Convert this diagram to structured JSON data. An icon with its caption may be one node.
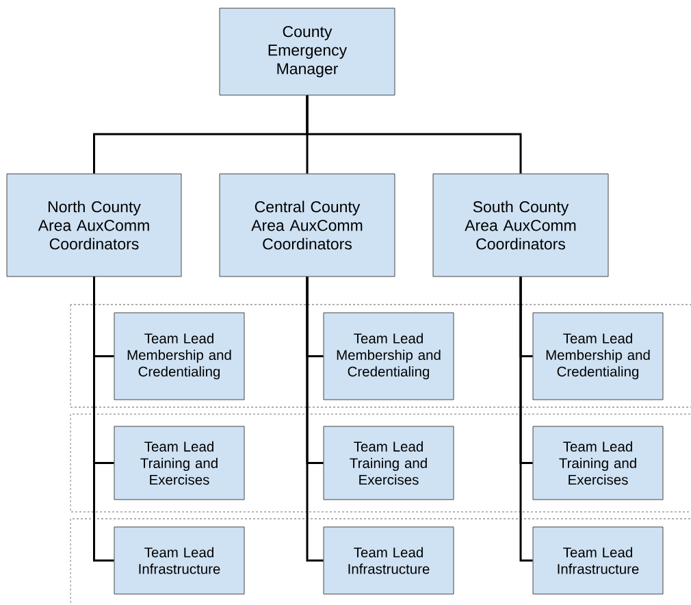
{
  "diagram": {
    "nodes": [
      {
        "text": [
          "County Emergency Manager"
        ]
      },
      {
        "text": [
          "North County Area AuxComm Coordinators"
        ]
      },
      {
        "text": [
          "Central County Area AuxComm Coordinators"
        ]
      },
      {
        "text": [
          "South County Area AuxComm Coordinators"
        ]
      },
      {
        "text": [],
        "shape": "box"
      },
      {
        "text": [
          "Team Lead Membership and Credentialing"
        ],
        "in": 4
      },
      {
        "text": [
          "Team Lead Membership and Credentialing"
        ],
        "in": 4
      },
      {
        "text": [
          "Team Lead Membership and Credentialing"
        ],
        "in": 4
      },
      {
        "text": [],
        "shape": "box"
      },
      {
        "text": [
          "Team Lead Training and Exercises"
        ],
        "in": 8
      },
      {
        "text": [
          "Team Lead Training and Exercises"
        ],
        "in": 8
      },
      {
        "text": [
          "Team Lead Training and Exercises"
        ],
        "in": 8
      },
      {
        "text": [],
        "shape": "box"
      },
      {
        "text": [
          "Team Lead Infrastructure"
        ],
        "in": 12
      },
      {
        "text": [
          "Team Lead Infrastructure"
        ],
        "in": 12
      },
      {
        "text": [
          "Team Lead Infrastructure"
        ],
        "in": 12
      }
    ],
    "edges": [
      {
        "from": 0,
        "to": 1,
        "arrow": "none"
      },
      {
        "from": 0,
        "to": 2,
        "arrow": "none"
      },
      {
        "from": 0,
        "to": 3,
        "arrow": "none"
      },
      {
        "from": 1,
        "to": 5,
        "arrow": "none"
      },
      {
        "from": 1,
        "to": 9,
        "arrow": "none"
      },
      {
        "from": 1,
        "to": 13,
        "arrow": "none"
      },
      {
        "from": 2,
        "to": 6,
        "arrow": "none"
      },
      {
        "from": 2,
        "to": 10,
        "arrow": "none"
      },
      {
        "from": 2,
        "to": 14,
        "arrow": "none"
      },
      {
        "from": 3,
        "to": 7,
        "arrow": "none"
      },
      {
        "from": 3,
        "to": 11,
        "arrow": "none"
      },
      {
        "from": 3,
        "to": 15,
        "arrow": "none"
      }
    ]
  }
}
